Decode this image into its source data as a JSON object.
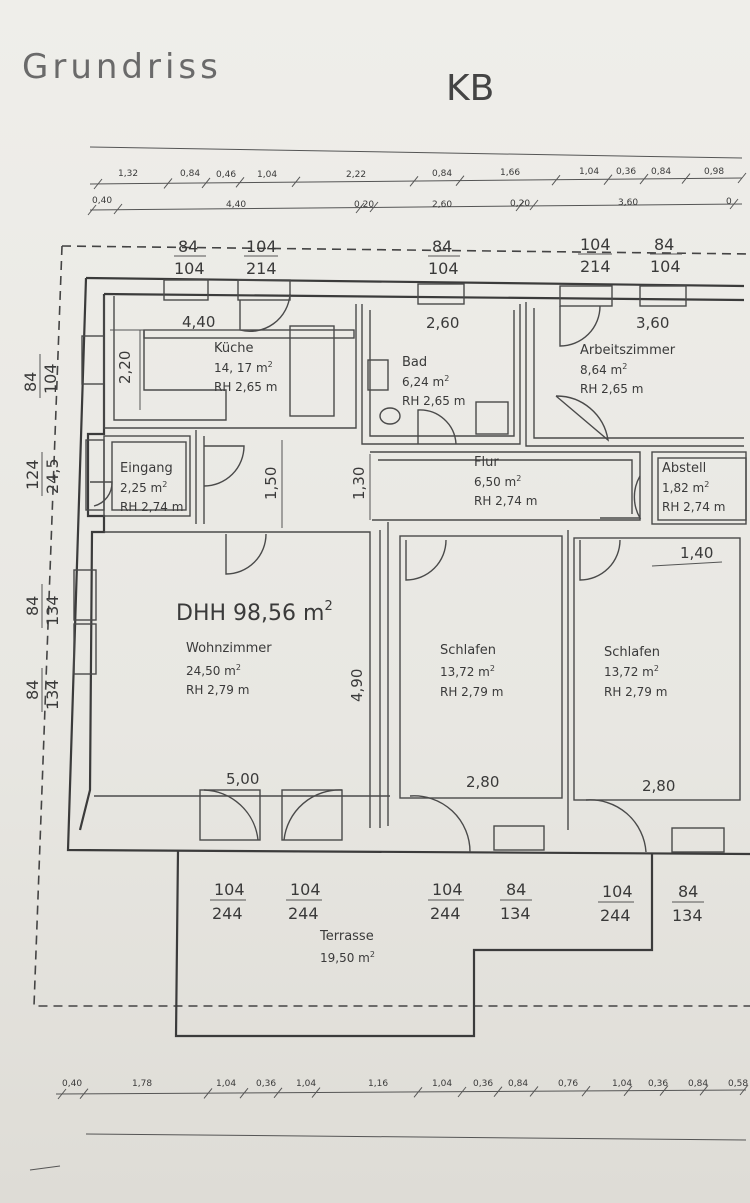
{
  "title": "Grundriss",
  "signature": "KB",
  "total_area": "DHH 98,56 m",
  "total_area_sup": "2",
  "rooms": {
    "kueche": {
      "name": "Küche",
      "area": "14, 17 m",
      "sup": "2",
      "rh": "RH 2,65 m"
    },
    "bad": {
      "name": "Bad",
      "area": "6,24 m",
      "sup": "2",
      "rh": "RH 2,65 m"
    },
    "arbeit": {
      "name": "Arbeitszimmer",
      "area": "8,64 m",
      "sup": "2",
      "rh": "RH 2,65 m"
    },
    "eingang": {
      "name": "Eingang",
      "area": "2,25 m",
      "sup": "2",
      "rh": "RH 2,74 m"
    },
    "flur": {
      "name": "Flur",
      "area": "6,50 m",
      "sup": "2",
      "rh": "RH 2,74 m"
    },
    "abstell": {
      "name": "Abstell",
      "area": "1,82 m",
      "sup": "2",
      "rh": "RH 2,74 m"
    },
    "wohn": {
      "name": "Wohnzimmer",
      "area": "24,50 m",
      "sup": "2",
      "rh": "RH 2,79 m"
    },
    "schlafen1": {
      "name": "Schlafen",
      "area": "13,72 m",
      "sup": "2",
      "rh": "RH 2,79 m"
    },
    "schlafen2": {
      "name": "Schlafen",
      "area": "13,72 m",
      "sup": "2",
      "rh": "RH 2,79 m"
    },
    "terrasse": {
      "name": "Terrasse",
      "area": "19,50 m",
      "sup": "2"
    }
  },
  "room_dims": {
    "kueche_w": "4,40",
    "kueche_h": "2,20",
    "kueche_flur": "1,50",
    "bad_w": "2,60",
    "arbeit_w": "3,60",
    "flur_h": "1,30",
    "wohn_w": "5,00",
    "wohn_h": "4,90",
    "schlafen1_w": "2,80",
    "schlafen2_w": "2,80",
    "schlafen2_strip": "1,40"
  },
  "top_chain_1": [
    "1,32",
    "0,84",
    "0,46",
    "1,04",
    "2,22",
    "0,84",
    "1,66",
    "1,04",
    "0,36",
    "0,84",
    "0,98"
  ],
  "top_chain_2": [
    "0,40",
    "4,40",
    "0,20",
    "2,60",
    "0,20",
    "3,60",
    "0"
  ],
  "bottom_chain": [
    "0,40",
    "1,78",
    "1,04",
    "0,36",
    "1,04",
    "1,16",
    "1,04",
    "0,36",
    "0,84",
    "0,76",
    "1,04",
    "0,36",
    "0,84",
    "0,58"
  ],
  "top_openings": [
    {
      "w": "84",
      "h": "104"
    },
    {
      "w": "104",
      "h": "214"
    },
    {
      "w": "84",
      "h": "104"
    },
    {
      "w": "104",
      "h": "214"
    },
    {
      "w": "84",
      "h": "104"
    }
  ],
  "left_openings": [
    {
      "w": "84",
      "h": "104"
    },
    {
      "w": "124",
      "h": "24,5"
    },
    {
      "w": "84",
      "h": "134"
    },
    {
      "w": "84",
      "h": "134"
    }
  ],
  "bottom_openings": [
    {
      "w": "104",
      "h": "244"
    },
    {
      "w": "104",
      "h": "244"
    },
    {
      "w": "104",
      "h": "244"
    },
    {
      "w": "84",
      "h": "134"
    },
    {
      "w": "104",
      "h": "244"
    },
    {
      "w": "84",
      "h": "134"
    }
  ]
}
